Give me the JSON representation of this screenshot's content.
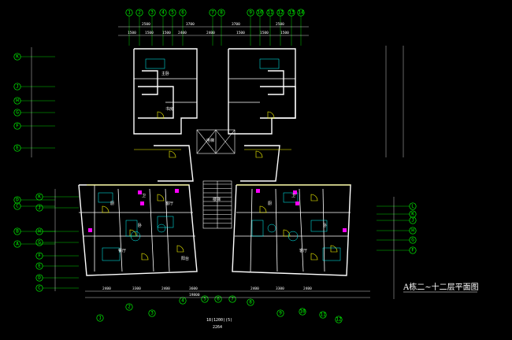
{
  "drawing": {
    "title": "A栋二~十二层平面图",
    "colors": {
      "background": "#000000",
      "walls": "#ffffff",
      "axes": "#00ff00",
      "dimensions": "#ffffff",
      "doors": "#ffff00",
      "furniture": "#00ffff",
      "fixtures": "#ff00ff",
      "stairs": "#ffffff"
    },
    "top_grid_labels": [
      "1",
      "2",
      "3",
      "4",
      "5",
      "6",
      "7",
      "8",
      "9",
      "10",
      "11",
      "12",
      "13",
      "14"
    ],
    "left_grid_labels": [
      "K",
      "J",
      "H",
      "G",
      "F",
      "E",
      "D",
      "C",
      "B",
      "A"
    ],
    "right_grid_labels": [
      "L",
      "K",
      "J",
      "H",
      "G",
      "F"
    ],
    "top_dims_row1": [
      "2500",
      "3700",
      "3700",
      "2500"
    ],
    "top_dims_row2": [
      "1500",
      "1500",
      "1500",
      "2400",
      "2400",
      "1500",
      "1500",
      "1500"
    ],
    "bottom_dims": [
      "2400",
      "3300",
      "2400",
      "3600",
      "2400",
      "3300",
      "2400",
      "19800"
    ],
    "bottom_axis_labels": [
      "1",
      "2",
      "3",
      "4",
      "5",
      "6",
      "7",
      "8",
      "9",
      "10",
      "11",
      "12"
    ],
    "room_labels": [
      "厨",
      "卧",
      "客厅",
      "餐厅",
      "卫",
      "阳台",
      "主卧",
      "书房",
      "电梯",
      "楼梯",
      "卫",
      "厨",
      "客厅",
      "卧"
    ],
    "bottom_note_1": "18(1200)(5)",
    "bottom_note_2": "2264"
  }
}
